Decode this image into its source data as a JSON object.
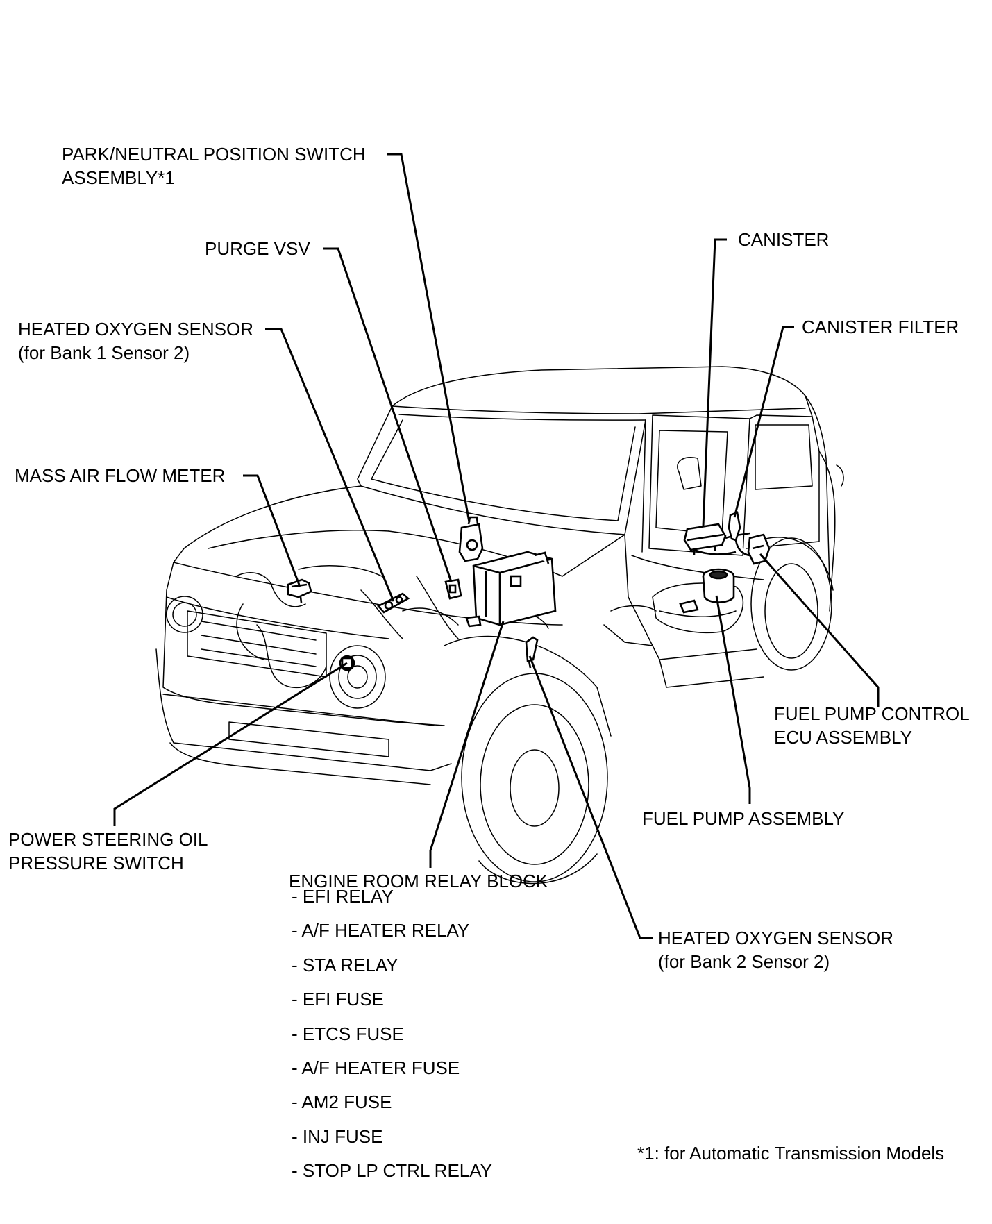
{
  "labels": {
    "park_neutral": {
      "line1": "PARK/NEUTRAL POSITION SWITCH",
      "line2": "ASSEMBLY*1"
    },
    "purge_vsv": {
      "line1": "PURGE VSV"
    },
    "ho2s_bank1": {
      "line1": "HEATED OXYGEN SENSOR",
      "line2": "(for Bank 1 Sensor 2)"
    },
    "mass_air_flow": {
      "line1": "MASS AIR FLOW METER"
    },
    "canister": {
      "line1": "CANISTER"
    },
    "canister_filter": {
      "line1": "CANISTER FILTER"
    },
    "fuel_pump_ecu": {
      "line1": "FUEL PUMP CONTROL",
      "line2": "ECU ASSEMBLY"
    },
    "fuel_pump": {
      "line1": "FUEL PUMP ASSEMBLY"
    },
    "power_steering": {
      "line1": "POWER STEERING OIL",
      "line2": "PRESSURE SWITCH"
    },
    "relay_block": {
      "line1": "ENGINE ROOM RELAY BLOCK"
    },
    "ho2s_bank2": {
      "line1": "HEATED OXYGEN SENSOR",
      "line2": "(for Bank 2 Sensor 2)"
    }
  },
  "relay_block_items": [
    "- EFI RELAY",
    "- A/F HEATER RELAY",
    "- STA RELAY",
    "- EFI FUSE",
    "- ETCS FUSE",
    "- A/F HEATER FUSE",
    "- AM2 FUSE",
    "- INJ FUSE",
    "- STOP LP CTRL RELAY"
  ],
  "footnote": "*1: for Automatic Transmission Models"
}
